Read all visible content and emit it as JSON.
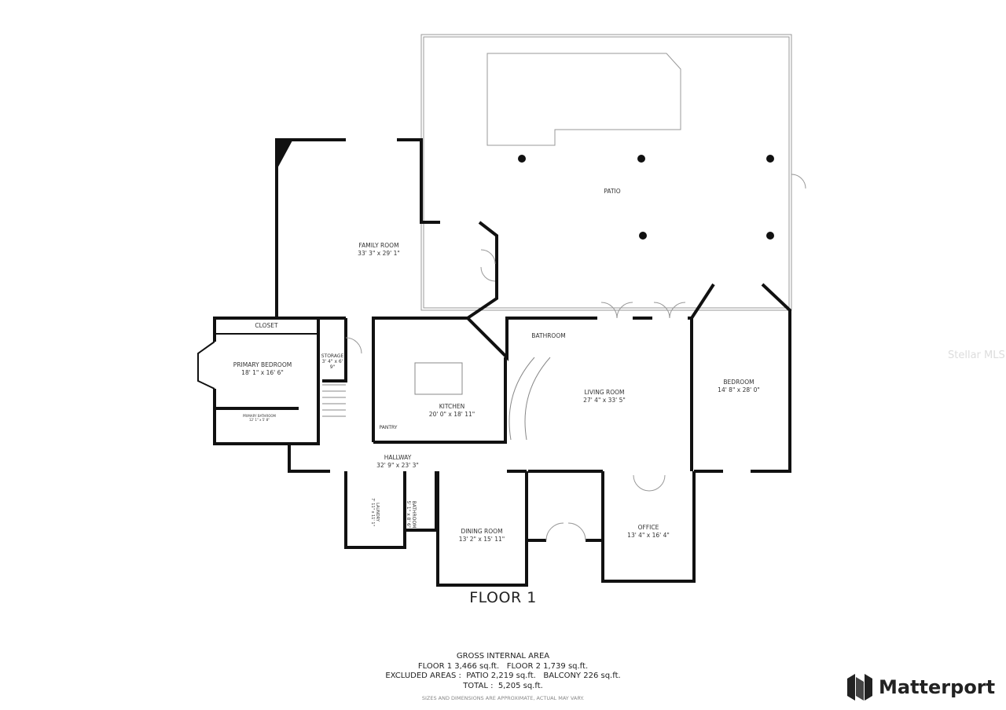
{
  "rooms": {
    "patio": {
      "name": "PATIO"
    },
    "family_room": {
      "name": "FAMILY ROOM",
      "dims": "33' 3\" x 29' 1\""
    },
    "closet": {
      "name": "CLOSET"
    },
    "primary_bedroom": {
      "name": "PRIMARY BEDROOM",
      "dims": "18' 1\" x 16' 6\""
    },
    "storage": {
      "name": "STORAGE",
      "dims": "3' 4\" x 6' 9\""
    },
    "primary_bathroom": {
      "name": "PRIMARY BATHROOM",
      "dims": "12' 1\" x 5' 8\""
    },
    "kitchen": {
      "name": "KITCHEN",
      "dims": "20' 0\" x 18' 11\""
    },
    "pantry": {
      "name": "PANTRY"
    },
    "bathroom_upper": {
      "name": "BATHROOM"
    },
    "living_room": {
      "name": "LIVING ROOM",
      "dims": "27' 4\" x 33' 5\""
    },
    "bedroom": {
      "name": "BEDROOM",
      "dims": "14' 8\" x 28' 0\""
    },
    "hallway": {
      "name": "HALLWAY",
      "dims": "32' 9\" x 23' 3\""
    },
    "laundry": {
      "name": "LAUNDRY",
      "dims": "7' 11\" x 11' 1\""
    },
    "bathroom_lower": {
      "name": "BATHROOM",
      "dims": "5' 1\" x 8' 6\""
    },
    "dining_room": {
      "name": "DINING ROOM",
      "dims": "13' 2\" x 15' 11\""
    },
    "office": {
      "name": "OFFICE",
      "dims": "13' 4\" x 16' 4\""
    }
  },
  "floor_title": "FLOOR 1",
  "footer": {
    "heading": "GROSS INTERNAL AREA",
    "line1": "FLOOR 1 3,466 sq.ft.   FLOOR 2 1,739 sq.ft.",
    "line2": "EXCLUDED AREAS :  PATIO 2,219 sq.ft.   BALCONY 226 sq.ft.",
    "line3": "TOTAL :  5,205 sq.ft.",
    "note": "SIZES AND DIMENSIONS ARE APPROXIMATE, ACTUAL MAY VARY."
  },
  "brand": {
    "name": "Matterport",
    "icon": "matterport-logo-icon"
  },
  "watermark": "Stellar MLS",
  "colors": {
    "wall": "#111111",
    "line": "#999999"
  }
}
